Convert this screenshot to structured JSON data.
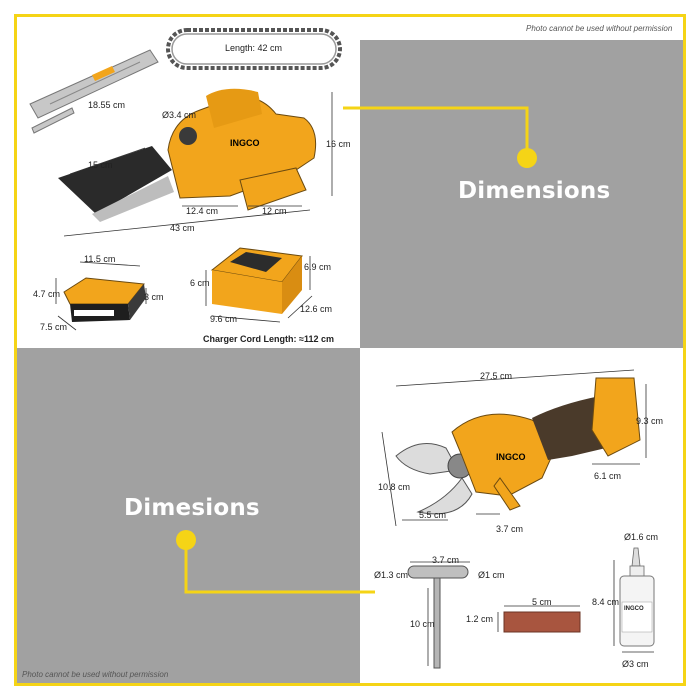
{
  "watermark": "Photo cannot be used without permission",
  "headings": {
    "top_right": "Dimensions",
    "bottom_left": "Dimesions"
  },
  "chainsaw": {
    "chain_length": "Length: 42 cm",
    "bar_length": "18.55 cm",
    "knob_diameter": "Ø3.4 cm",
    "blade_length": "15 cm",
    "height": "16 cm",
    "body_length": "12.4 cm",
    "base_length": "12 cm",
    "total_length": "43 cm",
    "brand": "INGCO"
  },
  "battery": {
    "width": "11.5 cm",
    "height": "4.7 cm",
    "depth": "3 cm",
    "length": "7.5 cm"
  },
  "charger": {
    "height_front": "6 cm",
    "height_side": "6.9 cm",
    "width": "9.6 cm",
    "depth": "12.6 cm",
    "cord": "Charger Cord Length: ≈112 cm"
  },
  "pruner": {
    "length": "27.5 cm",
    "handle_height": "9.3 cm",
    "total_height": "10.8 cm",
    "jaw_width": "5.5 cm",
    "grip_width": "3.7 cm",
    "end_width": "6.1 cm",
    "brand": "INGCO"
  },
  "wrench": {
    "width": "3.7 cm",
    "left_diameter": "Ø1.3 cm",
    "right_diameter": "Ø1 cm",
    "height": "10 cm"
  },
  "stone": {
    "length": "5 cm",
    "height": "1.2 cm"
  },
  "oil": {
    "top_diameter": "Ø1.6 cm",
    "height": "8.4 cm",
    "bottom_diameter": "Ø3 cm",
    "brand": "INGCO"
  },
  "colors": {
    "yellow": "#f5d416",
    "tool_orange": "#f2a51c",
    "gray": "#a1a1a1"
  }
}
